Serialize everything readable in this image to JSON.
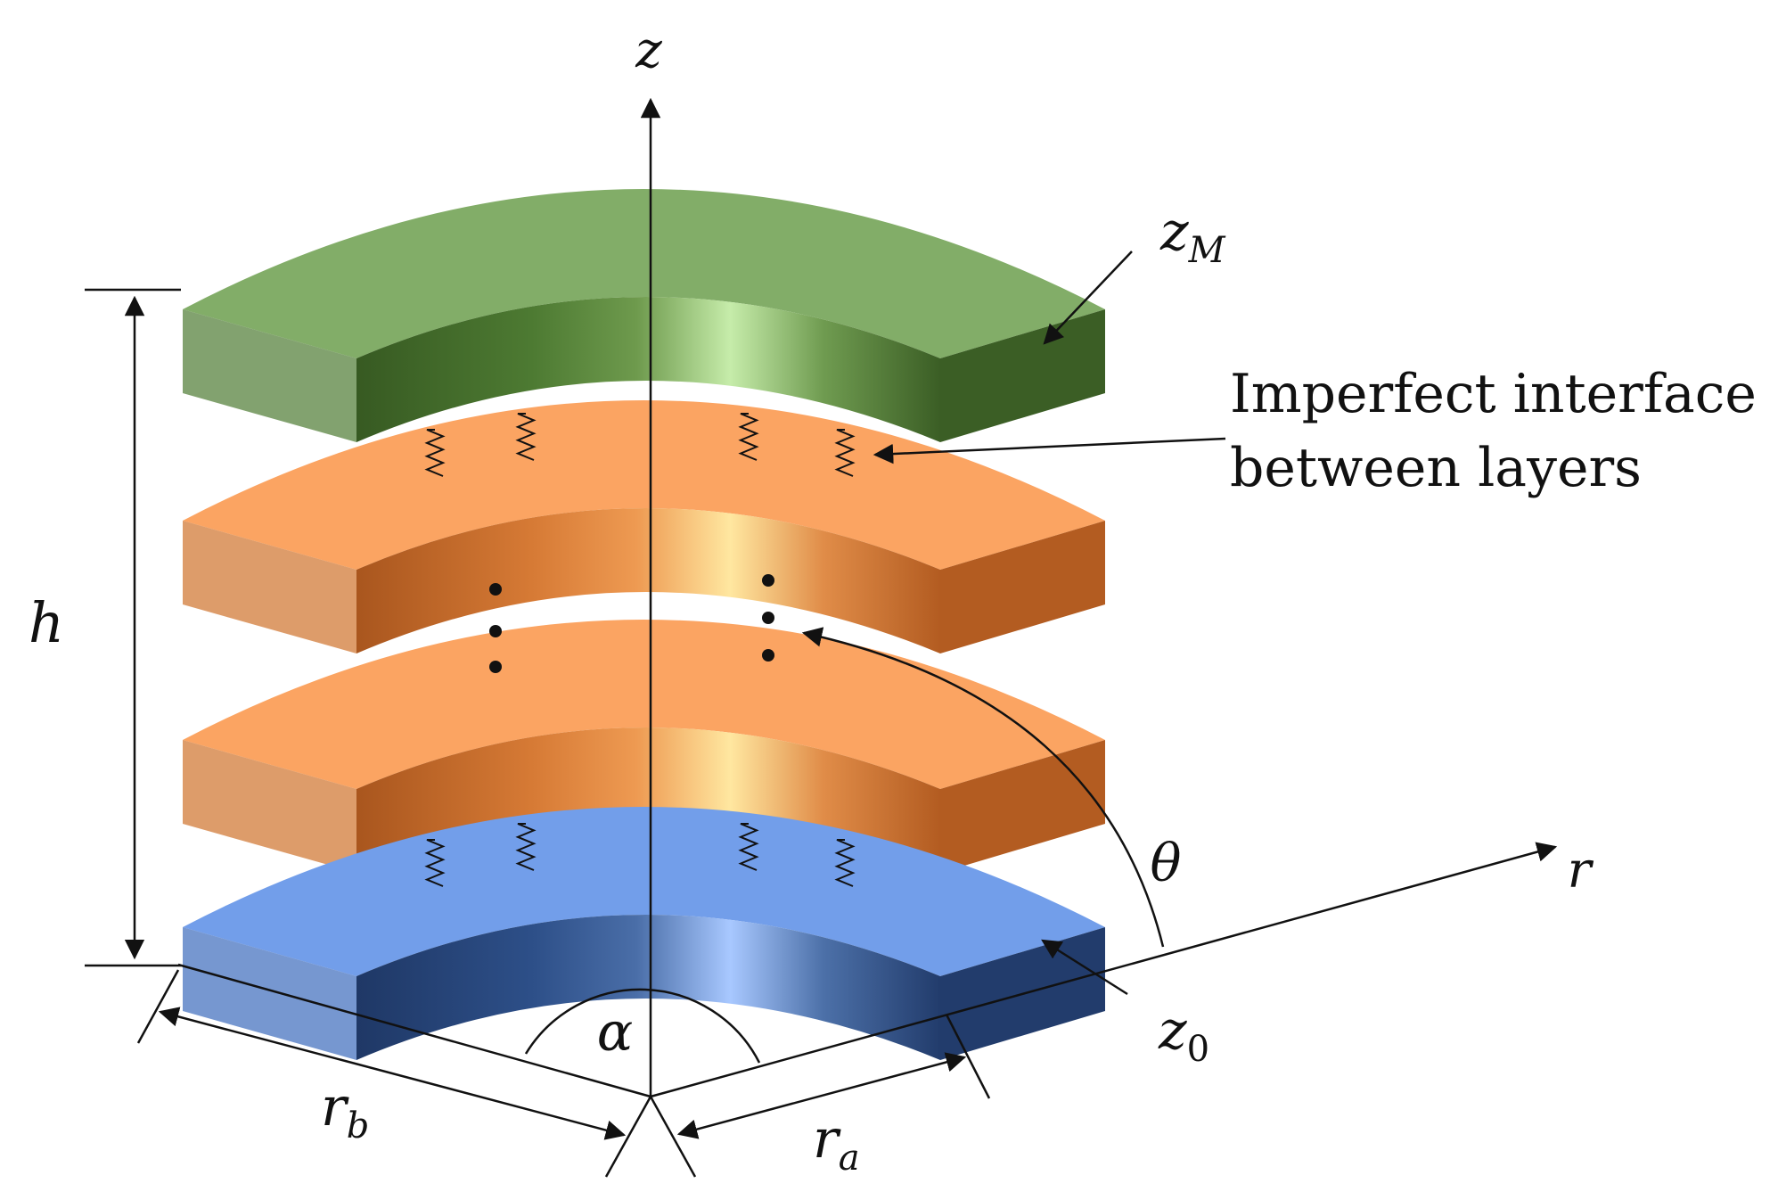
{
  "labels": {
    "z_axis": "z",
    "r_axis": "r",
    "theta": "θ",
    "alpha": "α",
    "h": "h",
    "zM_base": "z",
    "zM_sub": "M",
    "z0_base": "z",
    "z0_sub": "0",
    "rb_base": "r",
    "rb_sub": "b",
    "ra_base": "r",
    "ra_sub": "a",
    "interface_line1": "Imperfect interface",
    "interface_line2": "between layers"
  },
  "colors": {
    "green_top": "#82ad68",
    "green_side_dark": "#3b5e25",
    "green_side_light": "#c6ecaa",
    "orange_top": "#fba462",
    "orange_side_dark": "#b35c21",
    "orange_side_light": "#ffe7a0",
    "blue_top": "#729eea",
    "blue_side_dark": "#223c6c",
    "blue_side_light": "#a8c8ff"
  },
  "layers": [
    {
      "name": "top-layer",
      "material": "green"
    },
    {
      "name": "orange-layer-upper",
      "material": "orange"
    },
    {
      "name": "orange-layer-lower",
      "material": "orange"
    },
    {
      "name": "bottom-layer",
      "material": "blue"
    }
  ]
}
